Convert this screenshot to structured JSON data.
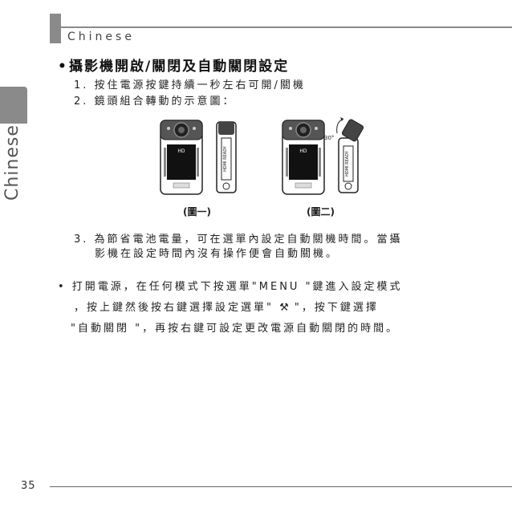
{
  "header": {
    "label": "Chinese"
  },
  "side": {
    "label": "Chinese"
  },
  "section": {
    "title": "攝影機開啟/關閉及自動關閉設定",
    "items": [
      "1. 按住電源按鍵持續一秒左右可開/關機",
      "2. 鏡頭組合轉動的示意圖：",
      "3. 為節省電池電量，可在選單內設定自動關機時間。當攝",
      "影機在設定時間內沒有操作便會自動關機。"
    ]
  },
  "figures": {
    "caption1": "(圖一)",
    "caption2": "(圖二)",
    "angle": "30°",
    "device_label": "HDMI READY",
    "device_logo": "HD"
  },
  "instructions": {
    "line1": "• 打開電源，在任何模式下按選單\"MENU \"鍵進入設定模式",
    "line2a": "，按上鍵然後按右鍵選擇設定選單\" ",
    "tool_icon": "⚒",
    "line2b": " \"，按下鍵選擇",
    "line3": "\"自動關閉 \"，再按右鍵可設定更改電源自動關閉的時間。"
  },
  "footer": {
    "page_number": "35"
  }
}
